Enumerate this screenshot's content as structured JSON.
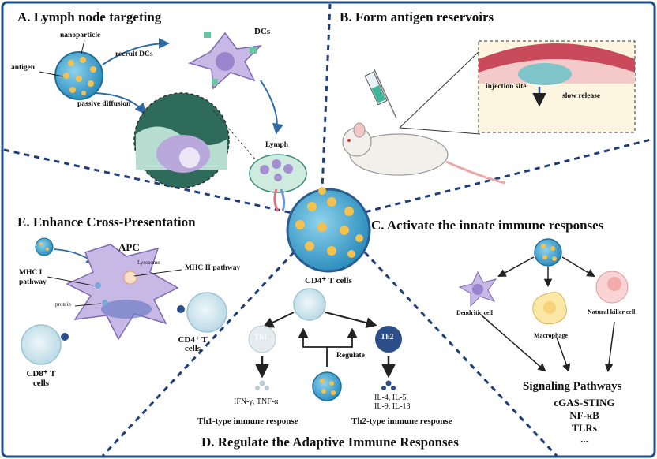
{
  "panels": {
    "a": {
      "title": "A. Lymph node targeting",
      "nanoparticle": "nanoparticle",
      "antigen": "antigen",
      "recruit": "recruit DCs",
      "dcs": "DCs",
      "passive": "passive diffusion",
      "lymph": "Lymph"
    },
    "b": {
      "title": "B. Form antigen reservoirs",
      "injection_site": "injection site",
      "slow_release": "slow release"
    },
    "c": {
      "title": "C. Activate the innate immune responses",
      "dendritic": "Dendritic cell",
      "macrophage": "Macrophage",
      "nk": "Natural killer cell",
      "signaling_title": "Signaling Pathways",
      "pathways": [
        "cGAS-STING",
        "NF-κB",
        "TLRs",
        "..."
      ]
    },
    "d": {
      "title": "D. Regulate the Adaptive Immune Responses",
      "cd4": "CD4⁺ T cells",
      "th1": "Th1",
      "th2": "Th2",
      "regulate": "Regulate",
      "th1_cytokines": "IFN-γ,  TNF-α",
      "th2_cytokines_1": "IL-4, IL-5,",
      "th2_cytokines_2": "IL-9, IL-13",
      "th1_response": "Th1-type immune response",
      "th2_response": "Th2-type immune response"
    },
    "e": {
      "title": "E. Enhance Cross-Presentation",
      "apc": "APC",
      "lysosome": "Lysosome",
      "mhc2": "MHC II pathway",
      "mhc1_1": "MHC I",
      "mhc1_2": "pathway",
      "protein": "protein",
      "cd4_1": "CD4⁺ T",
      "cd4_2": "cells",
      "cd8_1": "CD8⁺ T",
      "cd8_2": "cells"
    }
  },
  "colors": {
    "border": "#1f4e8c",
    "dash": "#1f3f7a",
    "nanoparticle": "#5ab4d6",
    "dot": "#f2c14e",
    "dc": "#b9a8dc",
    "tcell": "#cfe6ee",
    "th": "#2c4f8a"
  }
}
